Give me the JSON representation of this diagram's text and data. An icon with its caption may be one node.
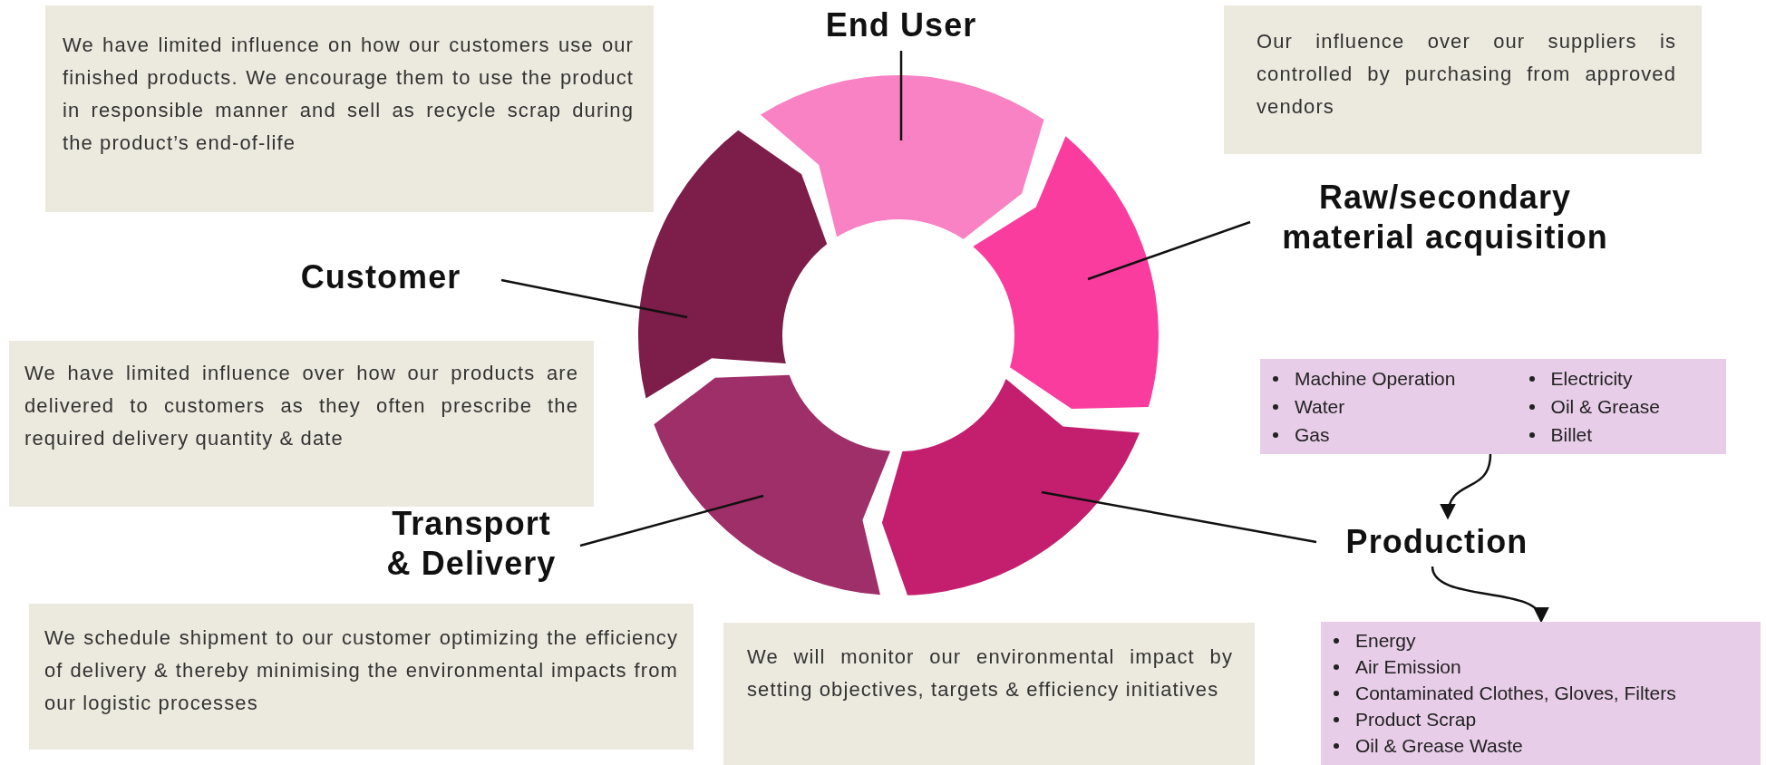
{
  "diagram": {
    "nodes": [
      {
        "text": [
          "We have limited influence on how our customers use our finished products. We encourage them to use the product in responsible manner and sell as recycle scrap during the product’s end-of-life"
        ]
      },
      {
        "text": [
          "End User"
        ]
      },
      {
        "text": [
          "Our influence over our suppliers is controlled by purchasing from approved vendors"
        ]
      },
      {
        "text": [],
        "shape": "arrow"
      },
      {
        "text": [
          "Raw/secondary material acquisition"
        ]
      },
      {
        "text": [],
        "shape": "arrow"
      },
      {
        "text": [],
        "shape": "arrow"
      },
      {
        "text": [
          "Customer"
        ]
      },
      {
        "text": [
          "We have limited influence over how our products are delivered to customers as they often prescribe the required delivery quantity & date"
        ]
      },
      {
        "text": [
          "Machine Operation",
          "Water",
          "Gas",
          "Electricity",
          "Oil & Grease",
          "Billet"
        ]
      },
      {
        "text": [],
        "shape": "arrow"
      },
      {
        "text": [],
        "shape": "arrow"
      },
      {
        "text": [
          "Transport & Delivery"
        ]
      },
      {
        "text": [
          "Production"
        ]
      },
      {
        "text": [
          "We schedule shipment to our customer optimizing the efficiency of delivery & thereby minimising the environmental impacts from our logistic processes"
        ]
      },
      {
        "text": [
          "We will monitor our environmental impact by setting objectives, targets & efficiency initiatives"
        ]
      },
      {
        "text": [
          "Energy",
          "Air Emission",
          "Contaminated Clothes, Gloves, Filters",
          "Product Scrap",
          "Oil & Grease Waste"
        ]
      }
    ],
    "edges": [
      {
        "from": 1,
        "to": 3,
        "arrow": "none"
      },
      {
        "from": 4,
        "to": 5,
        "arrow": "none"
      },
      {
        "from": 7,
        "to": 6,
        "arrow": "none"
      },
      {
        "from": 12,
        "to": 10,
        "arrow": "none"
      },
      {
        "from": 13,
        "to": 11,
        "arrow": "none"
      },
      {
        "from": 9,
        "to": 13,
        "arrow": "to"
      },
      {
        "from": 13,
        "to": 16,
        "arrow": "to"
      }
    ]
  }
}
